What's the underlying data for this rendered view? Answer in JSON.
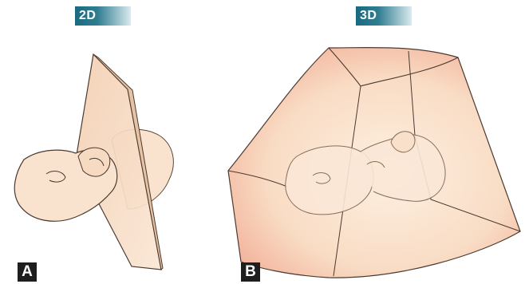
{
  "panels": {
    "left": {
      "mode": "2D",
      "letter": "A"
    },
    "right": {
      "mode": "3D",
      "letter": "B"
    }
  },
  "colors": {
    "tag_dark": "#1a6a80",
    "tag_light": "#eaf3f6",
    "plane_fill": "#f6dcc3",
    "skin_fill": "#f9e3cf",
    "volume_edge_warm": "#f2a08a",
    "volume_center": "#fbe6d3",
    "outline": "#4a3a30",
    "letter_bg": "#1e1e1e"
  }
}
